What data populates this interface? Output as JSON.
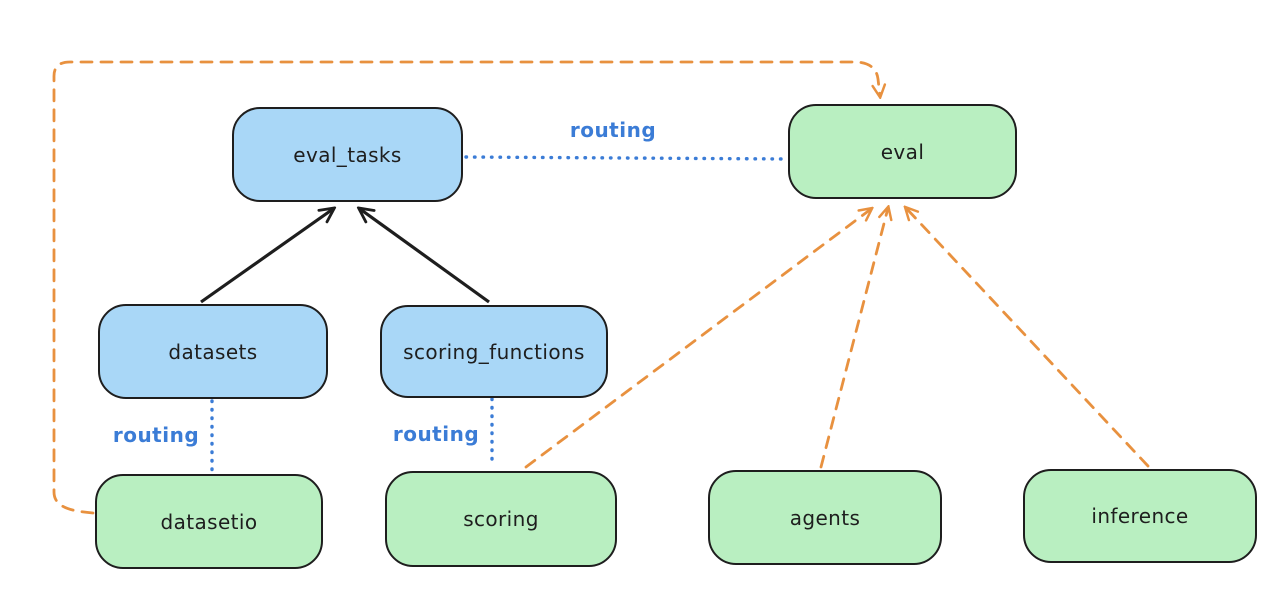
{
  "diagram": {
    "nodes": {
      "eval_tasks": {
        "label": "eval_tasks",
        "color": "blue"
      },
      "eval": {
        "label": "eval",
        "color": "green"
      },
      "datasets": {
        "label": "datasets",
        "color": "blue"
      },
      "scoring_functions": {
        "label": "scoring_functions",
        "color": "blue"
      },
      "datasetio": {
        "label": "datasetio",
        "color": "green"
      },
      "scoring": {
        "label": "scoring",
        "color": "green"
      },
      "agents": {
        "label": "agents",
        "color": "green"
      },
      "inference": {
        "label": "inference",
        "color": "green"
      }
    },
    "edge_labels": {
      "eval_tasks_to_eval": "routing",
      "datasets_to_datasetio": "routing",
      "scoring_functions_to_scoring": "routing"
    },
    "colors": {
      "node_blue_fill": "#a9d7f7",
      "node_green_fill": "#b9efc1",
      "node_border": "#1e1e1e",
      "routing_line": "#3b7cd6",
      "dependency_line": "#e8913f"
    }
  }
}
